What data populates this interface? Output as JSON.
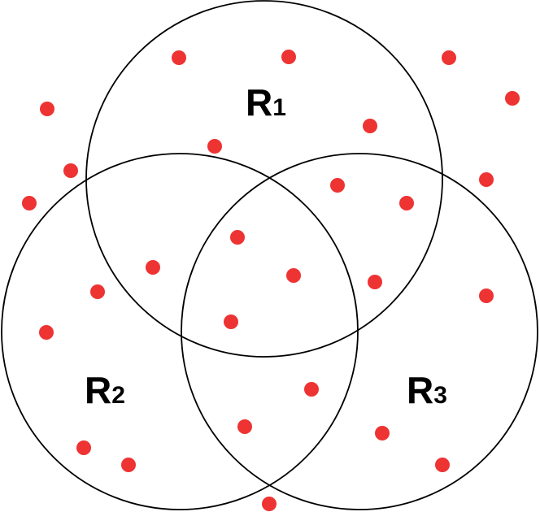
{
  "diagram": {
    "colors": {
      "circle_stroke": "#000000",
      "point_fill": "#ee3333",
      "label": "#000000",
      "background": "#ffffff"
    },
    "regions": [
      {
        "label_main": "R",
        "label_sub": "1"
      },
      {
        "label_main": "R",
        "label_sub": "2"
      },
      {
        "label_main": "R",
        "label_sub": "3"
      }
    ]
  }
}
